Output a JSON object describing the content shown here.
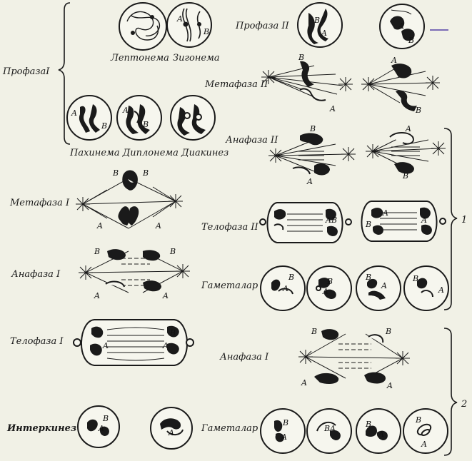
{
  "labels": {
    "prophase1": "ПрофазаI",
    "leptonema": "Лептонема",
    "zygonema": "Зигонема",
    "pachynema_row": "Пахинема Диплонема Диакинез",
    "prophase2": "Профаза II",
    "metaphase2": "Метафаза II",
    "anaphase2": "Анафаза II",
    "metaphase1": "Метафаза I",
    "telophase2": "Телофаза II",
    "anaphase1": "Анафаза I",
    "gametes_1": "Гаметалар",
    "telophase1": "Телофаза I",
    "anaphase1_b": "Анафаза I",
    "interkinesis": "Интеркинез",
    "gametes_2": "Гаметалар",
    "group1": "1",
    "group2": "2"
  },
  "glyphs": {
    "A": "A",
    "B": "B"
  }
}
